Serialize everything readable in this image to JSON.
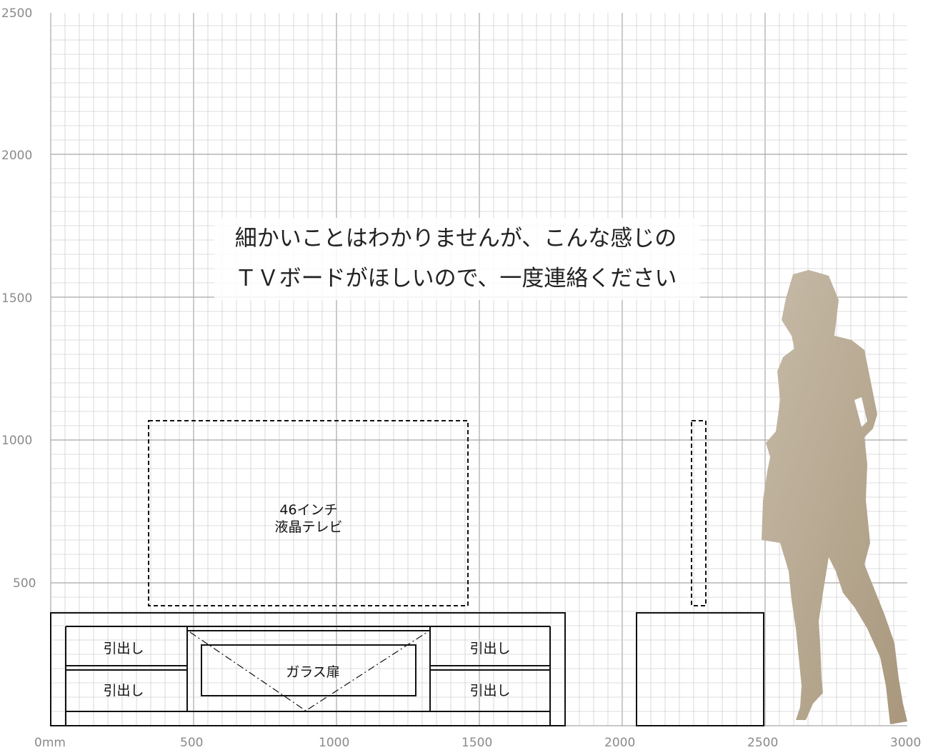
{
  "axes": {
    "x_ticks": [
      "0mm",
      "500",
      "1000",
      "1500",
      "2000",
      "2500",
      "3000"
    ],
    "y_ticks": [
      "500",
      "1000",
      "1500",
      "2000",
      "2500"
    ]
  },
  "note": {
    "line1": "細かいことはわかりませんが、こんな感じの",
    "line2": "ＴＶボードがほしいので、一度連絡ください"
  },
  "tv": {
    "line1": "46インチ",
    "line2": "液晶テレビ"
  },
  "cabinet": {
    "left_top": "引出し",
    "left_bottom": "引出し",
    "center": "ガラス扉",
    "right_top": "引出し",
    "right_bottom": "引出し"
  },
  "colors": {
    "grid_minor": "#d0d0d0",
    "grid_major": "#a8a8a8",
    "silhouette": "#b9ab96"
  }
}
